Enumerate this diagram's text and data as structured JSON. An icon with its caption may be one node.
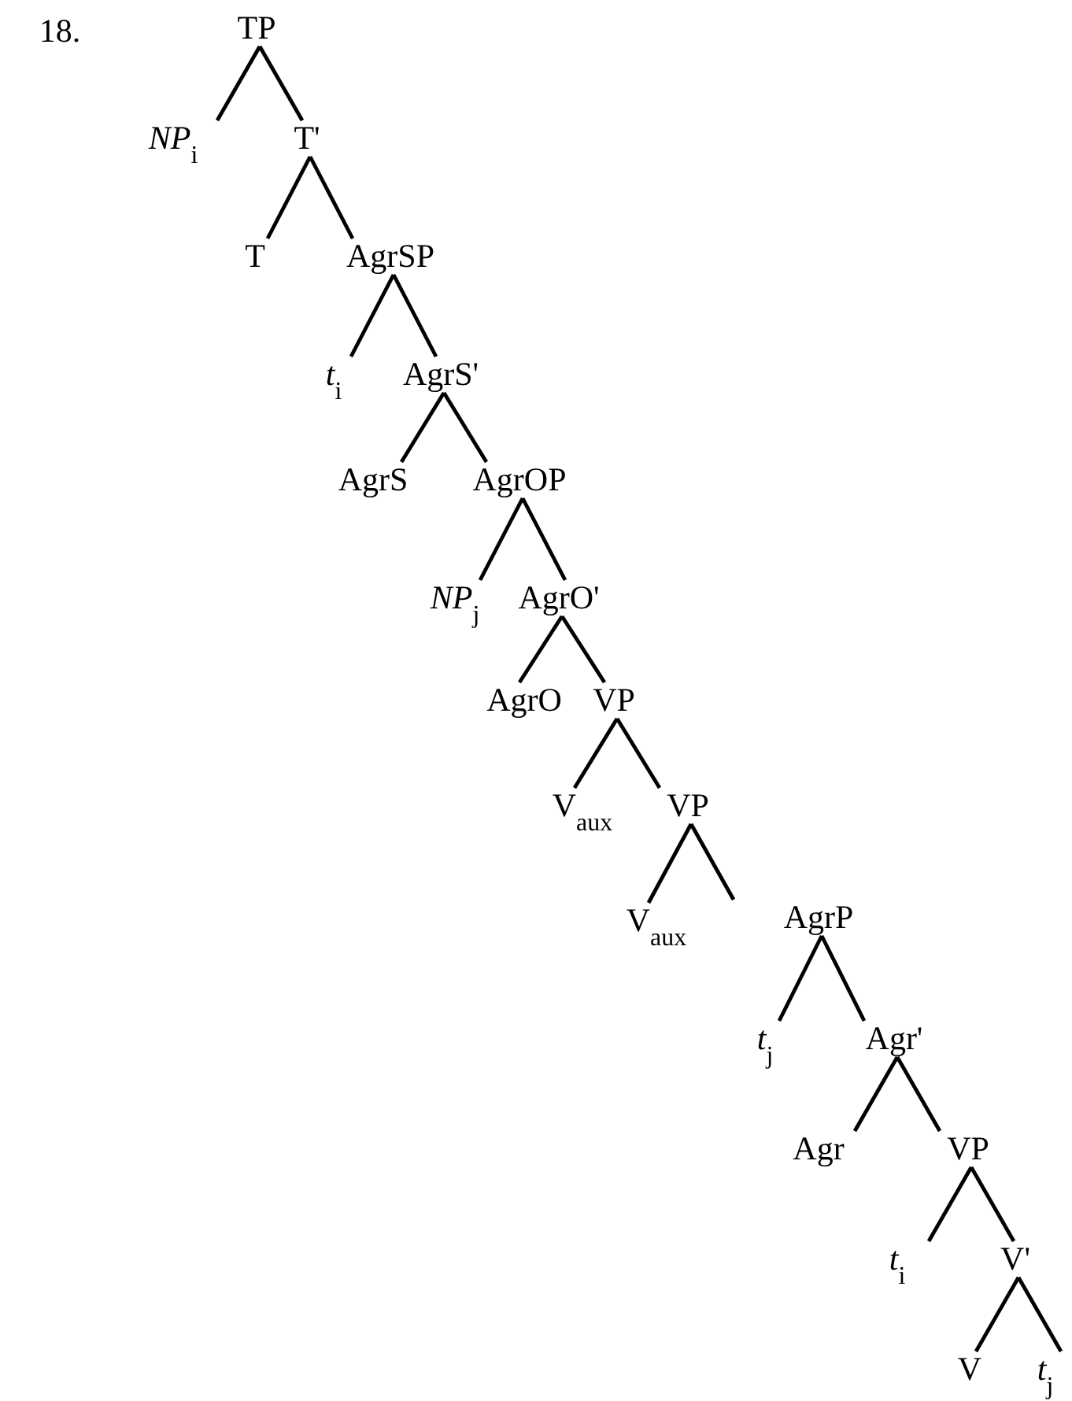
{
  "diagram": {
    "nodes": [
      {
        "text": [
          "TP"
        ]
      },
      {
        "text": [
          "*NP*$_{i}$"
        ]
      },
      {
        "text": [
          "T'"
        ]
      },
      {
        "text": [
          "T"
        ]
      },
      {
        "text": [
          "AgrSP"
        ]
      },
      {
        "text": [
          "*t*$_{i}$"
        ]
      },
      {
        "text": [
          "AgrS'"
        ]
      },
      {
        "text": [
          "AgrS"
        ]
      },
      {
        "text": [
          "AgrOP"
        ]
      },
      {
        "text": [
          "*NP*$_{j}$"
        ]
      },
      {
        "text": [
          "AgrO'"
        ]
      },
      {
        "text": [
          "AgrO"
        ]
      },
      {
        "text": [
          "VP"
        ]
      },
      {
        "text": [
          "V$_{aux}$"
        ]
      },
      {
        "text": [
          "VP"
        ]
      },
      {
        "text": [
          "V$_{aux}$"
        ]
      },
      {
        "text": [
          "AgrP"
        ]
      },
      {
        "text": [
          "*t*$_{j}$"
        ]
      },
      {
        "text": [
          "Agr'"
        ]
      },
      {
        "text": [
          "Agr"
        ]
      },
      {
        "text": [
          "VP"
        ]
      },
      {
        "text": [
          "*t*$_{i}$"
        ]
      },
      {
        "text": [
          "V'"
        ]
      },
      {
        "text": [
          "V"
        ]
      },
      {
        "text": [
          "*t*$_{j}$"
        ]
      }
    ],
    "edges": [
      {
        "from": 0,
        "to": 1,
        "arrow": "none"
      },
      {
        "from": 0,
        "to": 2,
        "arrow": "none"
      },
      {
        "from": 2,
        "to": 3,
        "arrow": "none"
      },
      {
        "from": 2,
        "to": 4,
        "arrow": "none"
      },
      {
        "from": 4,
        "to": 5,
        "arrow": "none"
      },
      {
        "from": 4,
        "to": 6,
        "arrow": "none"
      },
      {
        "from": 6,
        "to": 7,
        "arrow": "none"
      },
      {
        "from": 6,
        "to": 8,
        "arrow": "none"
      },
      {
        "from": 8,
        "to": 9,
        "arrow": "none"
      },
      {
        "from": 8,
        "to": 10,
        "arrow": "none"
      },
      {
        "from": 10,
        "to": 11,
        "arrow": "none"
      },
      {
        "from": 10,
        "to": 12,
        "arrow": "none"
      },
      {
        "from": 12,
        "to": 13,
        "arrow": "none"
      },
      {
        "from": 12,
        "to": 14,
        "arrow": "none"
      },
      {
        "from": 14,
        "to": 15,
        "arrow": "none"
      },
      {
        "from": 14,
        "to": 16,
        "arrow": "none"
      },
      {
        "from": 16,
        "to": 17,
        "arrow": "none"
      },
      {
        "from": 16,
        "to": 18,
        "arrow": "none"
      },
      {
        "from": 18,
        "to": 19,
        "arrow": "none"
      },
      {
        "from": 18,
        "to": 20,
        "arrow": "none"
      },
      {
        "from": 20,
        "to": 21,
        "arrow": "none"
      },
      {
        "from": 20,
        "to": 22,
        "arrow": "none"
      },
      {
        "from": 22,
        "to": 23,
        "arrow": "none"
      },
      {
        "from": 22,
        "to": 24,
        "arrow": "none"
      }
    ],
    "labels": [
      "18."
    ]
  }
}
